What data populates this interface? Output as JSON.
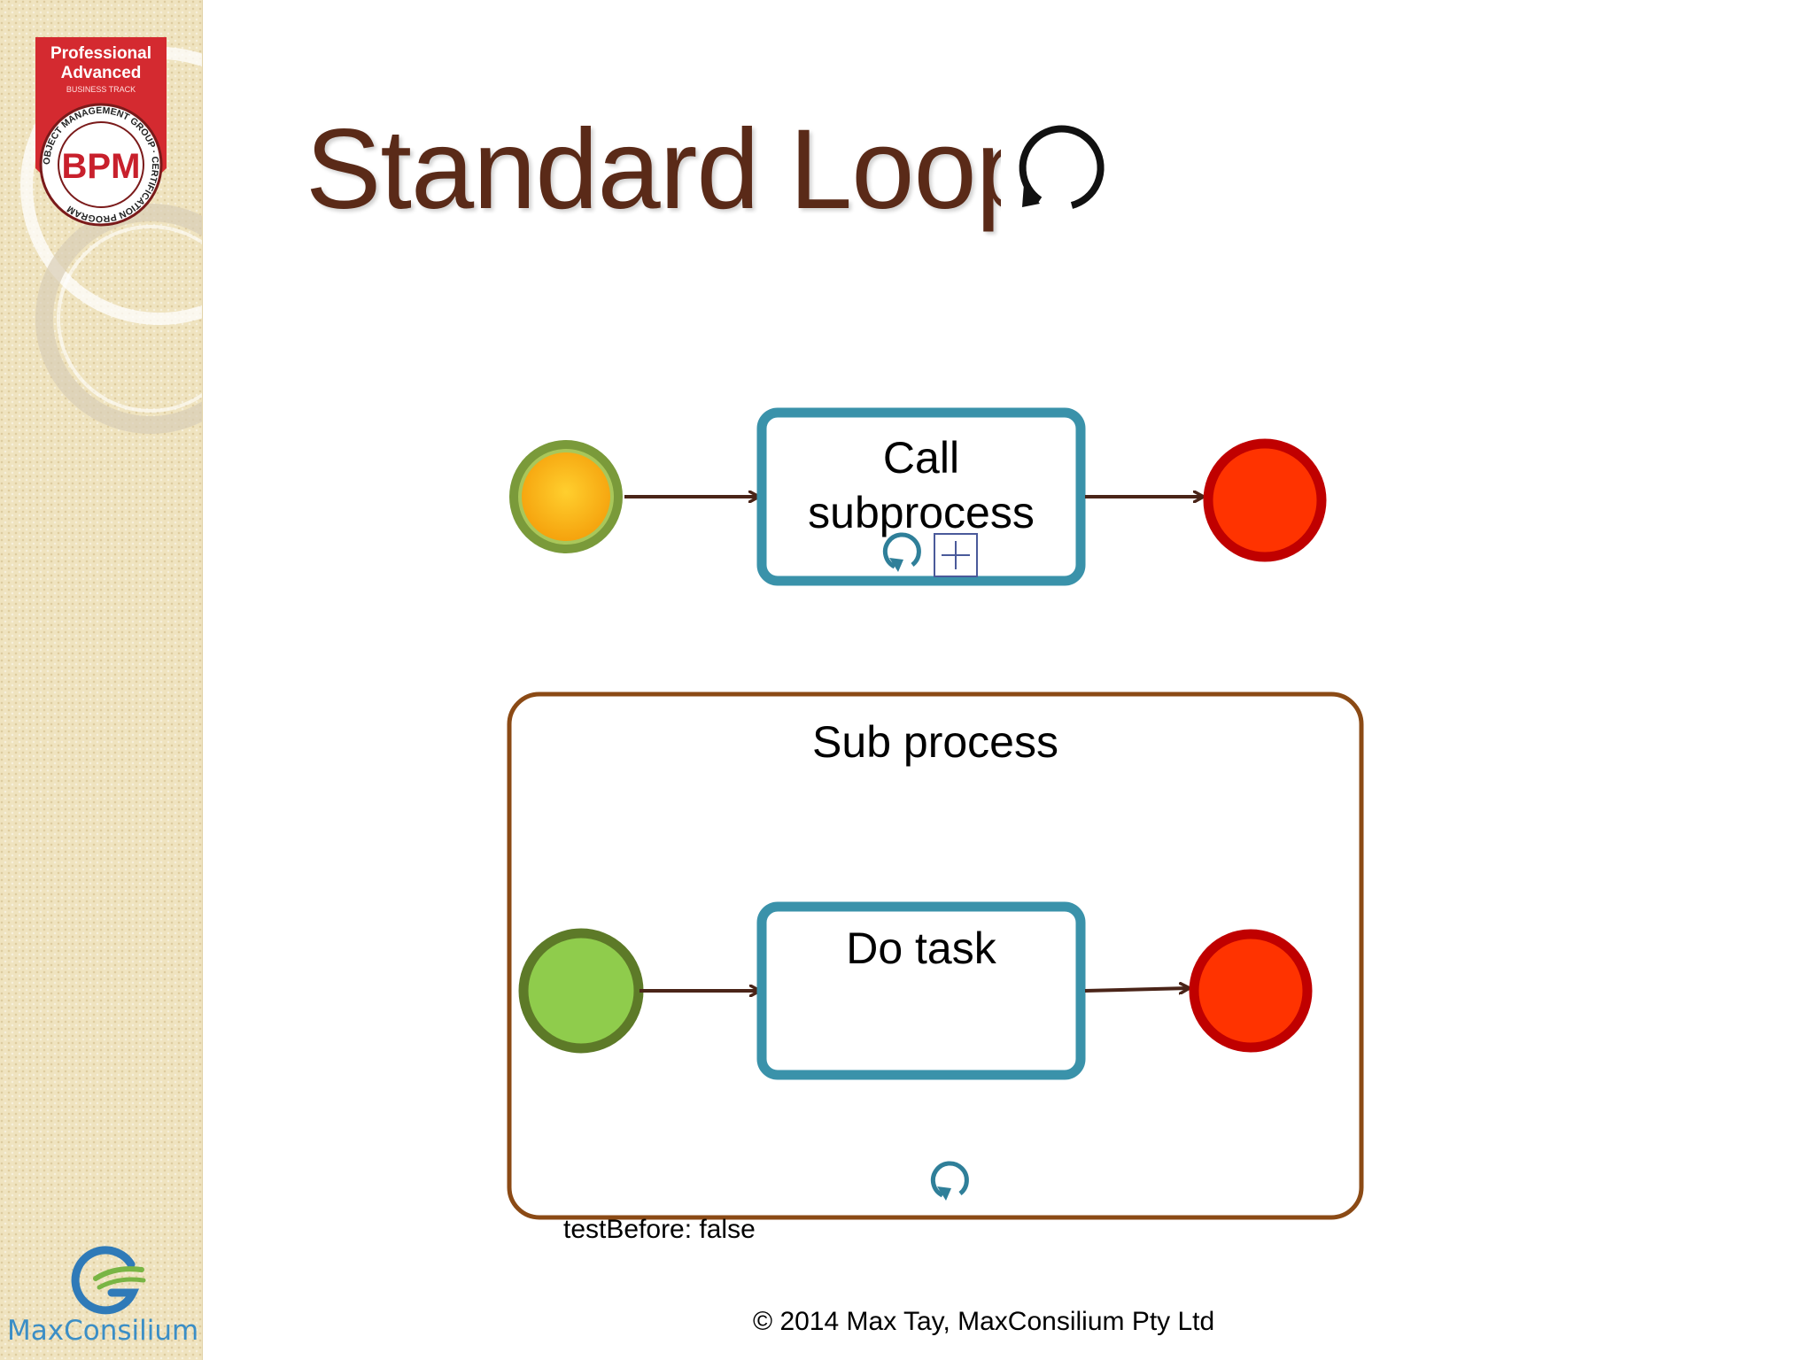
{
  "slide": {
    "title": "Standard Loop",
    "note": "testBefore: false",
    "footer": "© 2014  Max Tay, MaxConsilium Pty Ltd"
  },
  "badge": {
    "line1": "Professional",
    "line2": "Advanced",
    "line3": "BUSINESS TRACK",
    "ring_text": "OBJECT MANAGEMENT GROUP · CERTIFICATION PROGRAM",
    "logo_text": "BPM"
  },
  "brand": {
    "name": "MaxConsilium",
    "logo_icon": "maxconsilium-g-icon"
  },
  "diagram": {
    "call_subprocess": {
      "label_line1": "Call",
      "label_line2": "subprocess",
      "markers": [
        "loop-marker-icon",
        "collapsed-subprocess-plus-icon"
      ]
    },
    "sub_process": {
      "label": "Sub process",
      "inner_task_label": "Do task",
      "markers": [
        "loop-marker-icon"
      ]
    },
    "events": [
      "start-event",
      "end-event"
    ]
  },
  "colors": {
    "title": "#5a2a18",
    "task_border": "#3a92aa",
    "subprocess_border": "#8b4a15",
    "start_yellow": "#ffbf1a",
    "start_green": "#8fcc4c",
    "start_ring": "#5d7a28",
    "end_fill": "#ff3300",
    "end_ring": "#c00000",
    "flow": "#4a2418",
    "sidebar": "#efe3bf"
  }
}
